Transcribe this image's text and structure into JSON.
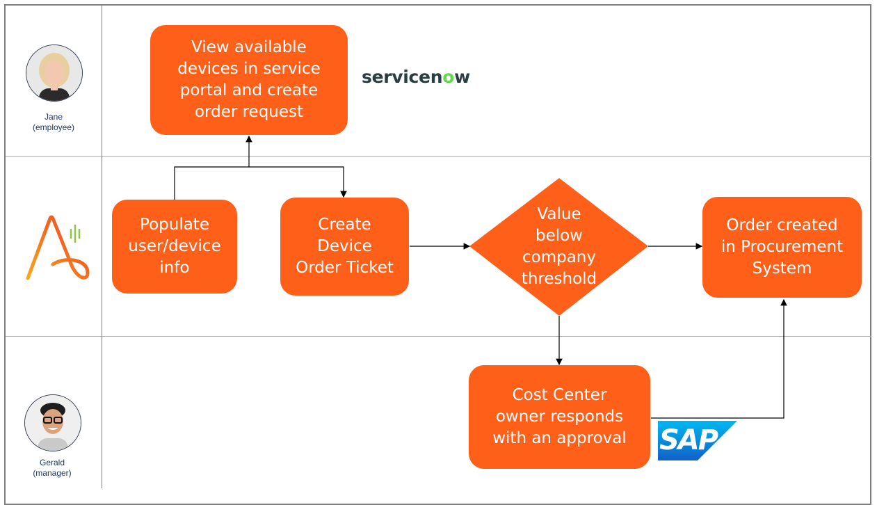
{
  "lanes": {
    "employee": {
      "name": "Jane",
      "role": "(employee)"
    },
    "manager": {
      "name": "Gerald",
      "role": "(manager)"
    }
  },
  "steps": {
    "view_devices": "View available\ndevices in service\nportal and create\norder request",
    "populate": "Populate\nuser/device\ninfo",
    "create_ticket": "Create\nDevice\nOrder Ticket",
    "decision": "Value\nbelow\ncompany\nthreshold",
    "order_created": "Order created\nin Procurement\nSystem",
    "approval": "Cost Center\nowner responds\nwith an approval"
  },
  "logos": {
    "servicenow": {
      "text_before": "servicen",
      "text_o": "o",
      "text_after": "w"
    },
    "sap": "SAP",
    "automation_icon": "automation-anywhere-logo"
  },
  "colors": {
    "step_fill": "#fe5f19",
    "servicenow_text": "#293e40",
    "servicenow_accent": "#62d84e",
    "sap_blue": "#1a73c8",
    "label_text": "#1f3864"
  }
}
